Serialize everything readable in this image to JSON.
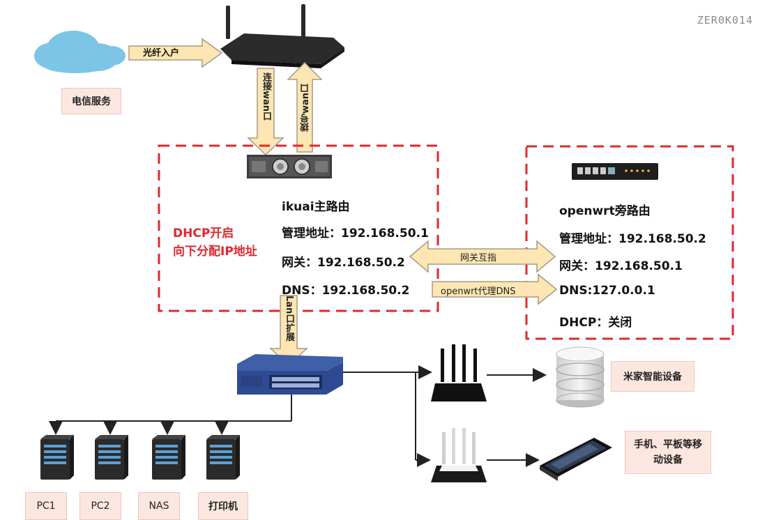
{
  "watermark": "ZER0K014",
  "telecom": {
    "label": "电信服务",
    "fiber_label": "光纤入户"
  },
  "links": {
    "connect_wan": "连接wan口",
    "dial_wan": "拨号wan口",
    "lan_expand": "Lan口扩展",
    "gateway_mutual": "网关互指",
    "openwrt_dns": "openwrt代理DNS"
  },
  "dhcp_note": {
    "line1": "DHCP开启",
    "line2": "向下分配IP地址"
  },
  "ikuai": {
    "title": "ikuai主路由",
    "mgmt": "管理地址：192.168.50.1",
    "gateway": "网关：192.168.50.2",
    "dns": "DNS：192.168.50.2"
  },
  "openwrt": {
    "title": "openwrt旁路由",
    "mgmt": "管理地址：192.168.50.2",
    "gateway": "网关：192.168.50.1",
    "dns": "DNS:127.0.0.1",
    "dhcp": "DHCP：关闭"
  },
  "devices": {
    "mijia": "米家智能设备",
    "mobile_line1": "手机、平板等移",
    "mobile_line2": "动设备",
    "pc1": "PC1",
    "pc2": "PC2",
    "nas": "NAS",
    "printer": "打印机"
  },
  "colors": {
    "arrow_fill": "#fde6b2",
    "arrow_stroke": "#a39a8a",
    "dash_red": "#e0282e",
    "label_bg": "#fbe7e0",
    "cloud": "#7cc5e6"
  },
  "icons": [
    "cloud-icon",
    "router-icon",
    "server-icon",
    "openwrt-device-icon",
    "switch-icon",
    "wifi-router-icon",
    "storage-icon",
    "phone-icon",
    "pc-tower-icon"
  ]
}
